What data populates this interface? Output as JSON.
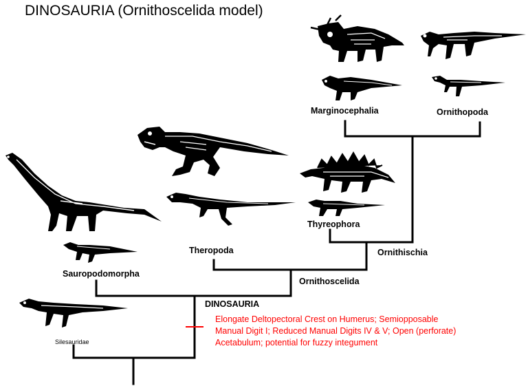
{
  "diagram": {
    "title": "DINOSAURIA (Ornithoscelida model)",
    "clades": {
      "marginocephalia": "Marginocephalia",
      "ornithopoda": "Ornithopoda",
      "theropoda": "Theropoda",
      "thyreophora": "Thyreophora",
      "ornithischia": "Ornithischia",
      "sauropodomorpha": "Sauropodomorpha",
      "ornithoscelida": "Ornithoscelida",
      "dinosauria": "DINOSAURIA",
      "silesauridae": "Silesauridae"
    },
    "synapomorphies": [
      "Elongate Deltopectoral Crest on Humerus; Semiopposable",
      "Manual Digit I; Reduced Manual Digits IV & V; Open (perforate)",
      "Acetabulum; potential for fuzzy integument"
    ],
    "colors": {
      "line": "#000000",
      "accent": "#ff0000",
      "silhouette": "#000000",
      "bone": "#ffffff"
    },
    "icons": [
      "triceratops-skeleton-icon",
      "hadrosaur-skeleton-icon",
      "psittacosaurus-skeleton-icon",
      "ornithopod-skeleton-icon",
      "tyrannosaurus-skeleton-icon",
      "stegosaurus-skeleton-icon",
      "theropod-skeleton-icon",
      "thyreophoran-skeleton-icon",
      "sauropod-skeleton-icon",
      "sauropodomorph-skeleton-icon",
      "silesaurid-skeleton-icon"
    ]
  }
}
